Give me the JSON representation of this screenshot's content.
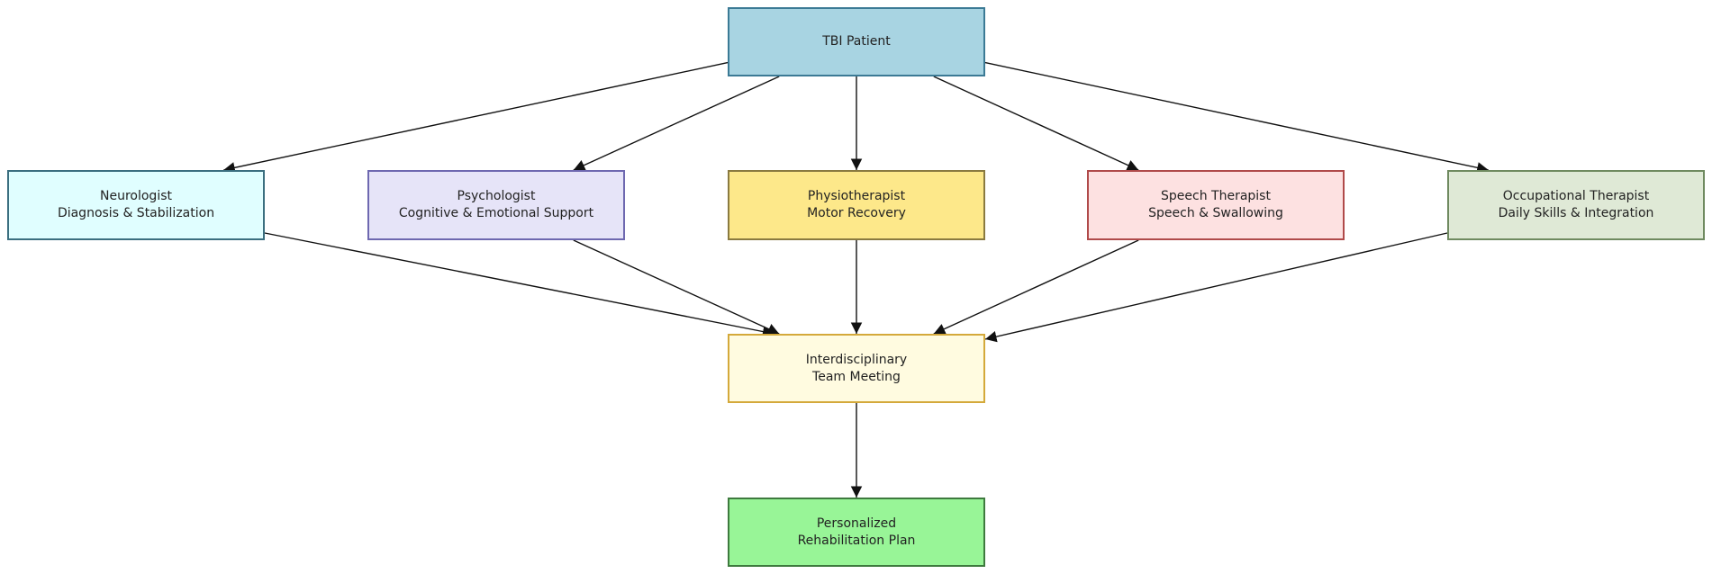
{
  "diagram": {
    "nodes": {
      "patient": {
        "lines": [
          "TBI Patient"
        ],
        "fill": "#a8d4e2",
        "border": "#3b7a95"
      },
      "neurologist": {
        "lines": [
          "Neurologist",
          "Diagnosis & Stabilization"
        ],
        "fill": "#e0feff",
        "border": "#3b6f80"
      },
      "psychologist": {
        "lines": [
          "Psychologist",
          "Cognitive & Emotional Support"
        ],
        "fill": "#e6e4f8",
        "border": "#6e68b0"
      },
      "physio": {
        "lines": [
          "Physiotherapist",
          "Motor Recovery"
        ],
        "fill": "#fde88a",
        "border": "#8a7a40"
      },
      "speech": {
        "lines": [
          "Speech Therapist",
          "Speech & Swallowing"
        ],
        "fill": "#fde1e1",
        "border": "#b04a4a"
      },
      "occupational": {
        "lines": [
          "Occupational Therapist",
          "Daily Skills & Integration"
        ],
        "fill": "#dfe9d6",
        "border": "#6f8a60"
      },
      "meeting": {
        "lines": [
          "Interdisciplinary",
          "Team Meeting"
        ],
        "fill": "#fffbe0",
        "border": "#d4a93a"
      },
      "plan": {
        "lines": [
          "Personalized",
          "Rehabilitation Plan"
        ],
        "fill": "#98f597",
        "border": "#3e7a3e"
      }
    },
    "edges": [
      [
        "patient",
        "neurologist"
      ],
      [
        "patient",
        "psychologist"
      ],
      [
        "patient",
        "physio"
      ],
      [
        "patient",
        "speech"
      ],
      [
        "patient",
        "occupational"
      ],
      [
        "neurologist",
        "meeting"
      ],
      [
        "psychologist",
        "meeting"
      ],
      [
        "physio",
        "meeting"
      ],
      [
        "speech",
        "meeting"
      ],
      [
        "occupational",
        "meeting"
      ],
      [
        "meeting",
        "plan"
      ]
    ]
  }
}
